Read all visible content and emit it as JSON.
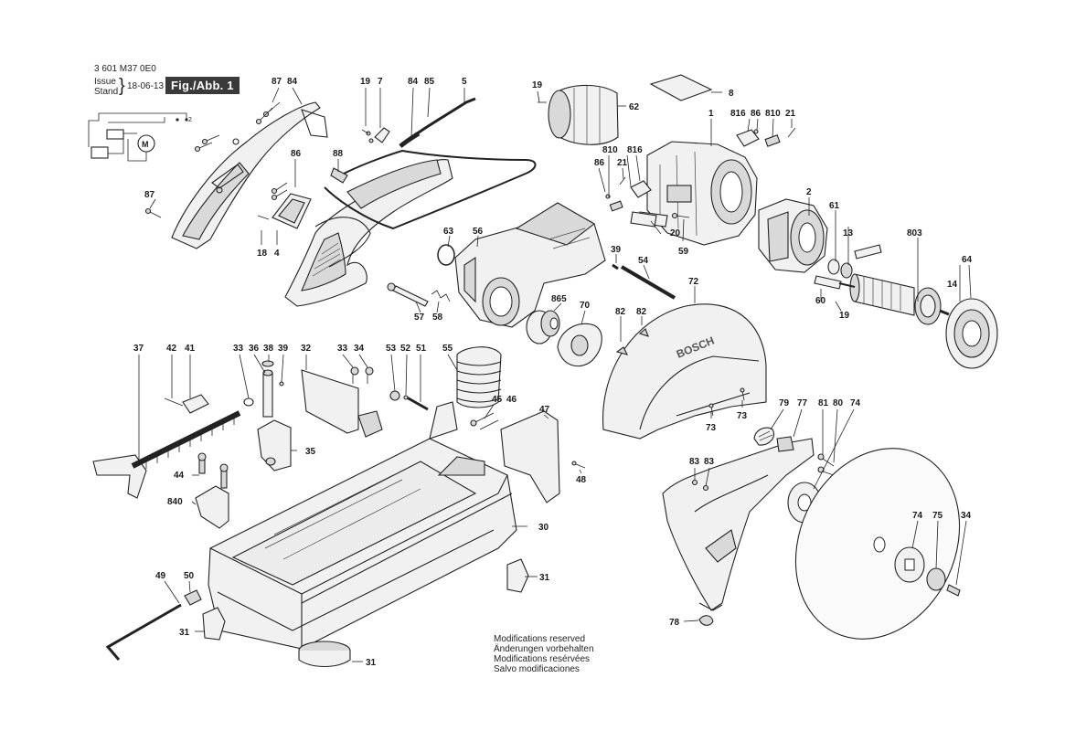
{
  "header": {
    "part_number": "3 601 M37 0E0",
    "issue_label": "Issue",
    "stand_label": "Stand",
    "issue_date": "18-06-13",
    "figure_label": "Fig./Abb. 1"
  },
  "notes": [
    "Modifications reserved",
    "Änderungen vorbehalten",
    "Modifications resérvées",
    "Salvo modificaciones"
  ],
  "brand_on_guard": "BOSCH",
  "callouts": [
    "87",
    "84",
    "19",
    "7",
    "84",
    "85",
    "5",
    "19",
    "62",
    "8",
    "1",
    "816",
    "86",
    "810",
    "21",
    "86",
    "88",
    "87",
    "18",
    "4",
    "810",
    "816",
    "86",
    "21",
    "20",
    "59",
    "2",
    "61",
    "13",
    "803",
    "63",
    "56",
    "39",
    "54",
    "64",
    "60",
    "19",
    "14",
    "57",
    "58",
    "865",
    "70",
    "72",
    "82",
    "82",
    "37",
    "42",
    "41",
    "33",
    "36",
    "38",
    "39",
    "32",
    "33",
    "34",
    "53",
    "52",
    "51",
    "55",
    "45",
    "46",
    "47",
    "73",
    "73",
    "79",
    "77",
    "81",
    "80",
    "74",
    "35",
    "44",
    "840",
    "48",
    "83",
    "83",
    "30",
    "74",
    "75",
    "34",
    "49",
    "50",
    "31",
    "31",
    "31",
    "78"
  ]
}
